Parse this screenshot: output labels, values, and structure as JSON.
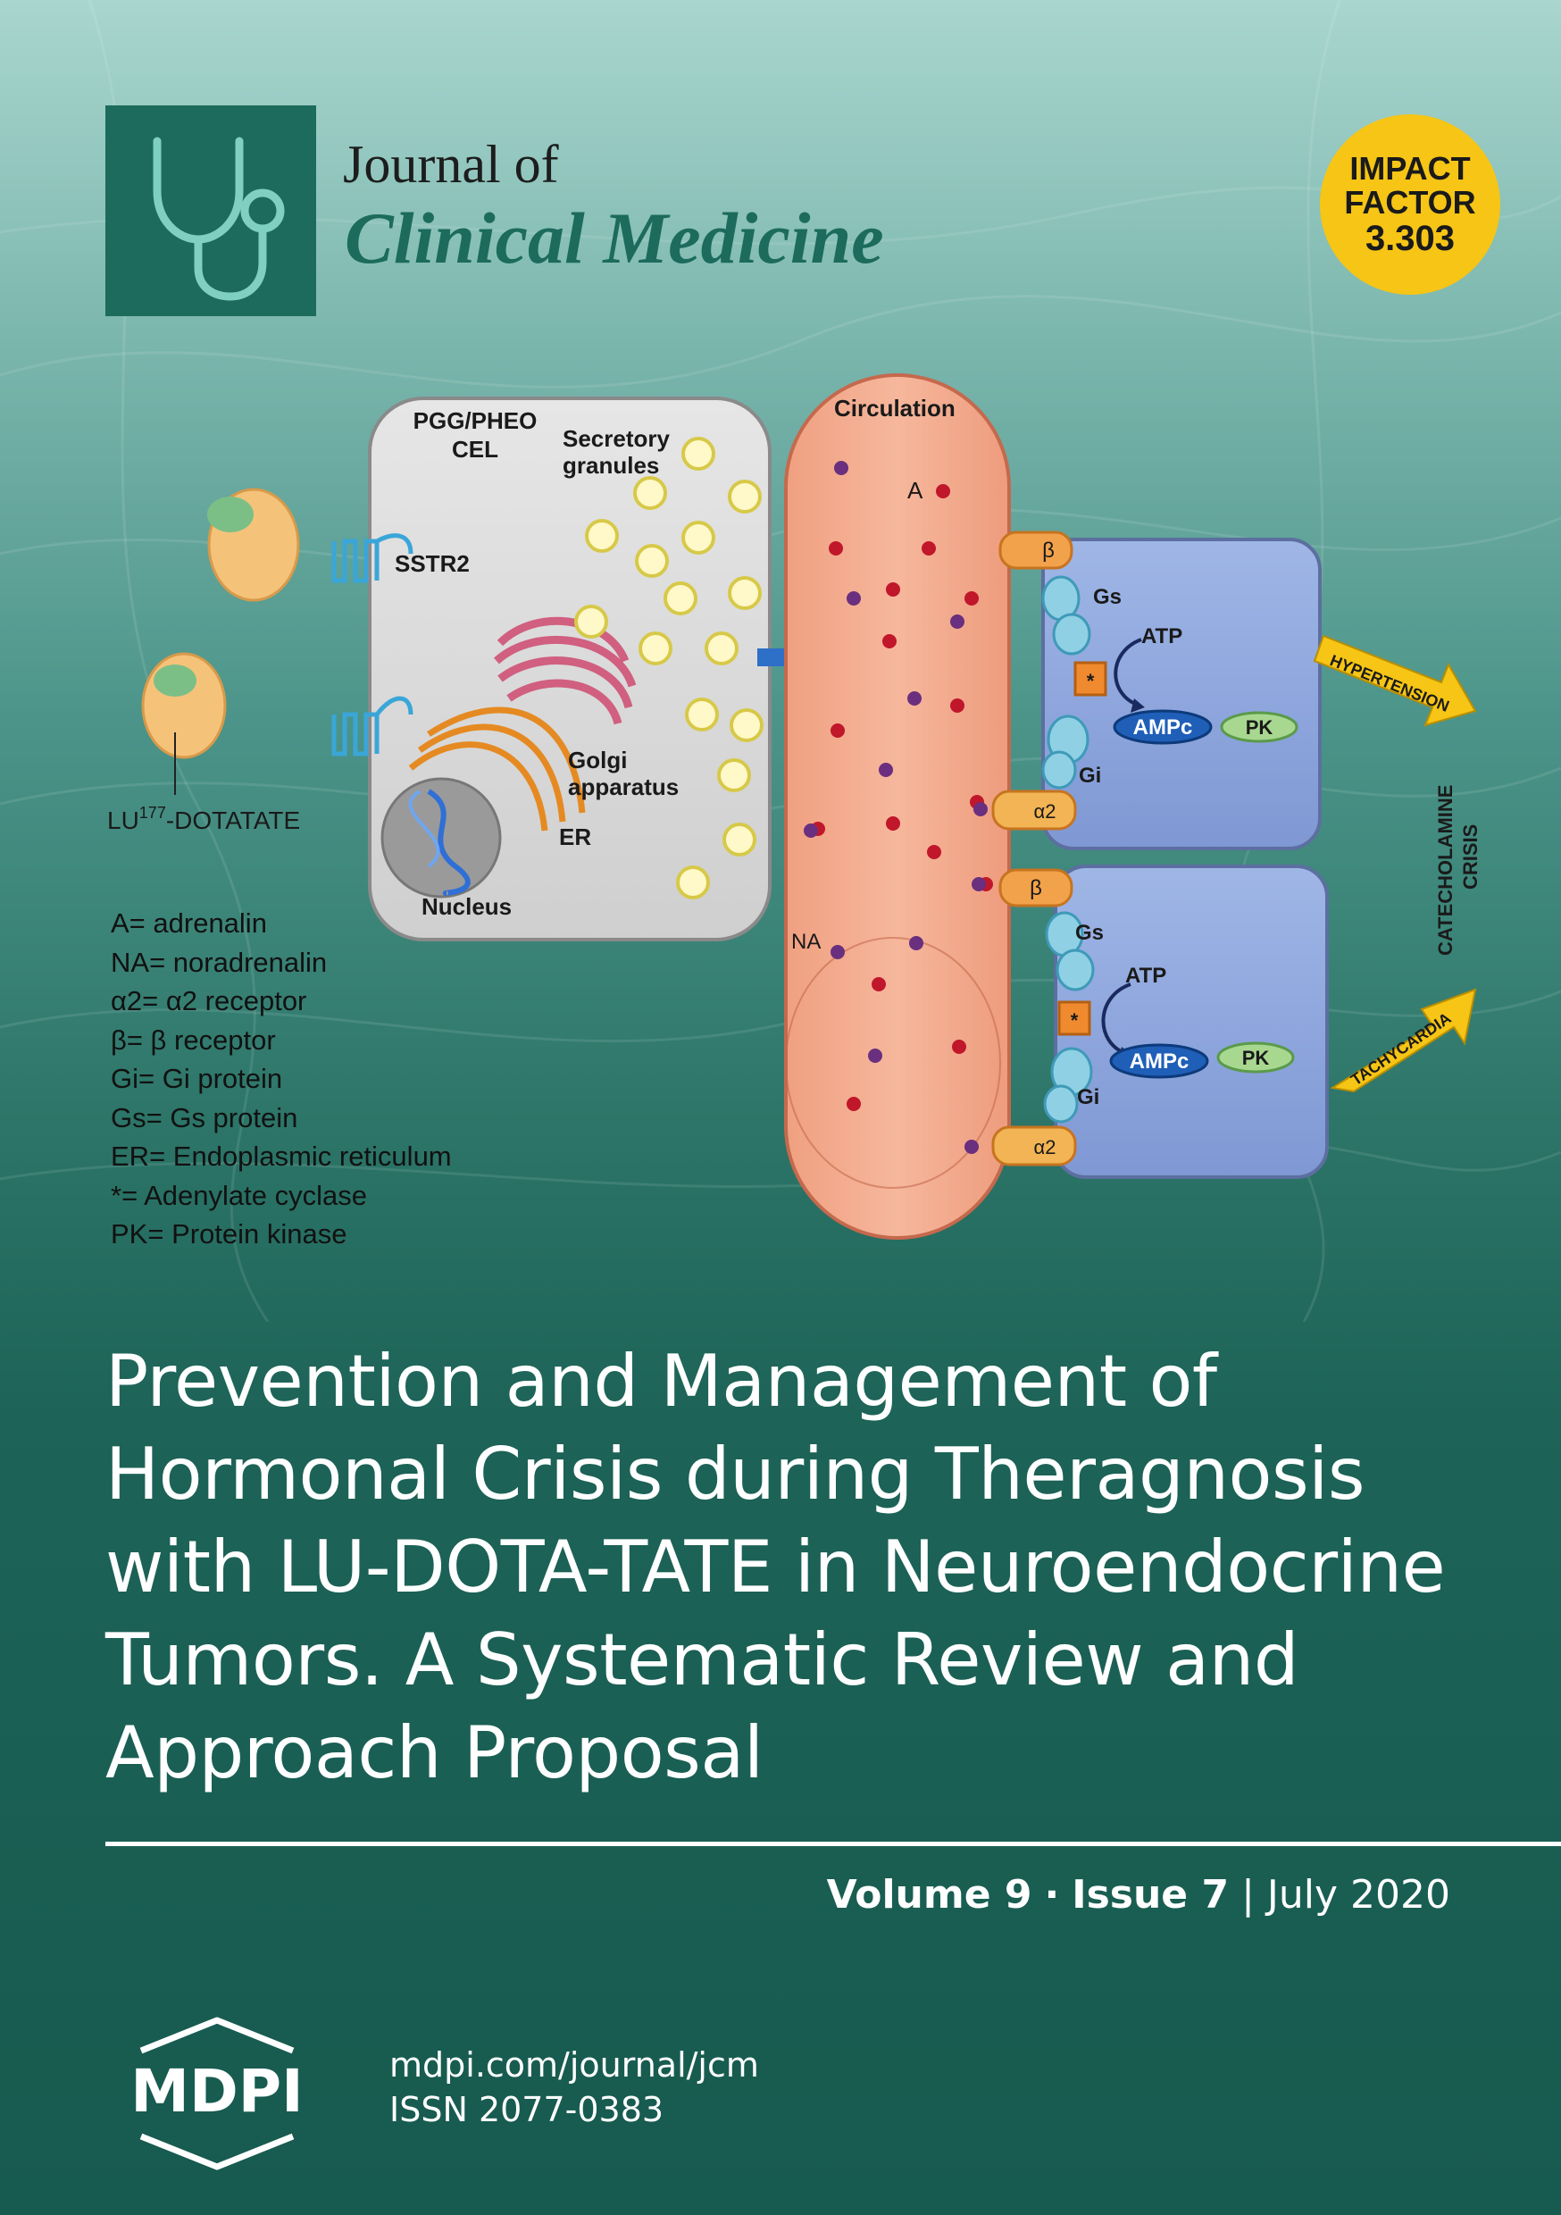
{
  "journal": {
    "name_line1": "Journal of",
    "name_line2": "Clinical Medicine"
  },
  "impact_factor": {
    "line1": "IMPACT",
    "line2": "FACTOR",
    "value": "3.303"
  },
  "diagram": {
    "cell_label_line1": "PGG/PHEO",
    "cell_label_line2": "CEL",
    "secretory_line1": "Secretory",
    "secretory_line2": "granules",
    "sstr2": "SSTR2",
    "golgi_line1": "Golgi",
    "golgi_line2": "apparatus",
    "er": "ER",
    "nucleus": "Nucleus",
    "lu_base": "LU",
    "lu_sup": "177",
    "lu_rest": "-DOTATATE",
    "circulation": "Circulation",
    "a": "A",
    "na": "NA",
    "beta": "β",
    "alpha2": "α2",
    "gs": "Gs",
    "gi": "Gi",
    "atp": "ATP",
    "ampc": "AMPc",
    "pk": "PK",
    "star": "*",
    "hypertension": "HYPERTENSION",
    "tachycardia": "TACHYCARDIA",
    "crisis_line1": "CATECHOLAMINE",
    "crisis_line2": "CRISIS"
  },
  "legend": [
    "A= adrenalin",
    "NA= noradrenalin",
    "α2= α2 receptor",
    "β= β receptor",
    "Gi= Gi protein",
    "Gs= Gs protein",
    "ER= Endoplasmic reticulum",
    "*= Adenylate cyclase",
    "PK= Protein kinase"
  ],
  "title_lines": [
    "Prevention and Management of",
    "Hormonal Crisis during Theragnosis",
    "with LU-DOTA-TATE in Neuroendocrine",
    "Tumors. A Systematic Review and",
    "Approach Proposal"
  ],
  "issue": {
    "volume": "Volume 9",
    "dot": "·",
    "issue": "Issue 7",
    "bar": "|",
    "date": "July 2020"
  },
  "publisher": {
    "logo_text": "MDPI",
    "url": "mdpi.com/journal/jcm",
    "issn": "ISSN 2077-0383"
  },
  "colors": {
    "brand_green": "#1c6b5d",
    "impact_yellow": "#f6c515",
    "circulation": "#f4a98a",
    "target_cell": "#8fa8dc"
  }
}
